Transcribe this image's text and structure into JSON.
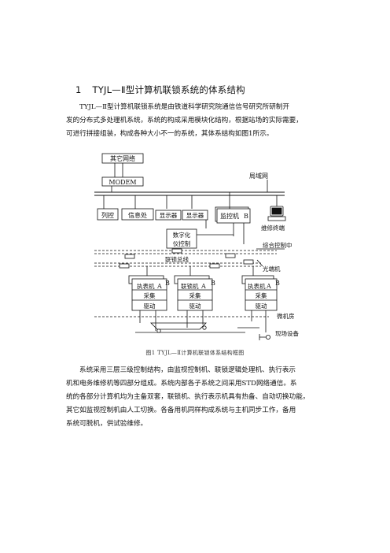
{
  "section": {
    "number": "1",
    "title": "TYJL—Ⅱ型计算机联锁系统的体系结构"
  },
  "intro_lines": [
    "TYJL—Ⅱ型计算机联锁系统是由铁道科学研究院通信信号研究所研制开",
    "发的分布式多处理机系统，系统的构成采用模块化结构，根据站场的实际需要，",
    "可进行拼接组装，构成各种大小不一的系统，其体系结构如图1所示。"
  ],
  "diagram": {
    "other_network": "其它网络",
    "modem": "MODEM",
    "lan": "局域网",
    "train_control": "列控",
    "info_processing": "信息处",
    "display_1": "显示器",
    "display_2": "显示器",
    "monitor_machine": "监控机",
    "monitor_b": "B",
    "digital_control": [
      "数字化",
      "仪控制"
    ],
    "maintenance_terminal": "维修终端",
    "control_center": "综合控制中",
    "interlock_bus": "联锁总线",
    "optical_machine": "光端机",
    "units": [
      {
        "top": "执表机",
        "a": "A",
        "b": "B",
        "collect": "采集",
        "drive": "驱动"
      },
      {
        "top": "联锁机",
        "a": "A",
        "b": "B",
        "collect": "采集",
        "drive": "驱动"
      },
      {
        "top": "执表机",
        "a": "A",
        "b": "B",
        "collect": "采集",
        "drive": "驱动"
      }
    ],
    "interlock_room": "微机房",
    "field_equipment": "现场设备"
  },
  "caption": "图1  TYJL—Ⅱ计算机联锁体系结构框图",
  "body_lines": [
    "系统采用三层三级控制结构，由监视控制机、联锁逻辑处理机、执行表示",
    "机和电务维修机等四部分组成。系统内部各子系统之间采用STD网络通信。系",
    "统的各部分计算机均为主备双套，联锁机、执行表示机具有热备、自动切换功能，",
    "其它如监视控制机由人工切换。各备用机同样构成系统与主机同步工作，备用",
    "系统可脱机，供试验维修。"
  ]
}
